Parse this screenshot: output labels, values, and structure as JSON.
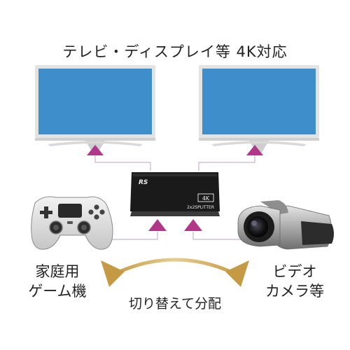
{
  "title": "テレビ・ディスプレイ等 4K対応",
  "splitter": {
    "badge": "4K",
    "model": "2x2SPLITTER",
    "logo": "RS"
  },
  "sources": {
    "left": [
      "家庭用",
      "ゲーム機"
    ],
    "right": [
      "ビデオ",
      "カメラ等"
    ]
  },
  "action": "切り替えて分配",
  "colors": {
    "screen": "#3d8ecb",
    "bezel": "#e3e3e3",
    "connector": "#b0378a",
    "arrow": "#c9a04a",
    "device": "#222222"
  }
}
